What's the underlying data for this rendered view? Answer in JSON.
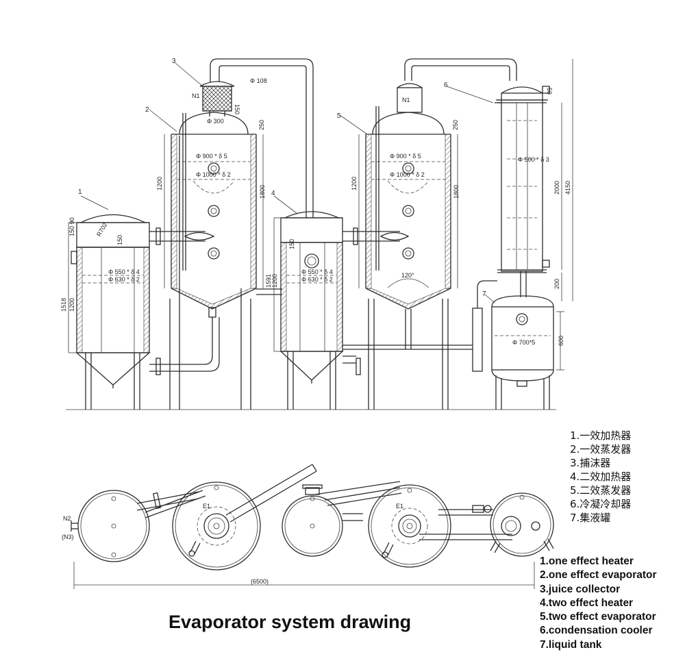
{
  "title": "Evaporator system drawing",
  "legend_cn": [
    "1.一效加热器",
    "2.一效蒸发器",
    "3.捕沫器",
    "4.二效加热器",
    "5.二效蒸发器",
    "6.冷凝冷却器",
    "7.集液罐"
  ],
  "legend_en": [
    "1.one effect heater",
    "2.one effect evaporator",
    "3.juice collector",
    "4.two effect heater",
    "5.two effect evaporator",
    "6.condensation cooler",
    "7.liquid tank"
  ],
  "callouts": {
    "n1": "1",
    "n2": "2",
    "n3": "3",
    "n4": "4",
    "n5": "5",
    "n6": "6",
    "n7": "7"
  },
  "nozzles": {
    "n1a": "N1",
    "n1b": "N1",
    "n2": "N2",
    "n3": "(N3)",
    "e1a": "E1",
    "e1b": "E1"
  },
  "dimensions": {
    "d108": "Φ 108",
    "d150top": "150",
    "d300": "Φ 300",
    "d250a": "250",
    "d900a": "Φ 900 * δ 5",
    "d1000a": "Φ 1000 * δ 2",
    "d1200a": "1200",
    "d1800a": "1800",
    "d250b": "250",
    "d900b": "Φ 900 * δ 5",
    "d1000b": "Φ 1000 * δ 2",
    "d1200b": "1200",
    "d1800b": "1800",
    "d120": "120°",
    "d150_90": "150 90",
    "dR702": "R702",
    "d150a": "150",
    "d550a": "Φ 550 * δ 4",
    "d630a": "Φ 630 * δ 2",
    "d1200c": "1200",
    "d1518": "1518",
    "d150b": "150",
    "d550b": "Φ 550 * δ 4",
    "d630b": "Φ 630 * δ 2",
    "d1591": "1591",
    "d1200d": "1200",
    "d50": "50",
    "d500": "Φ 500 * δ 3",
    "d2000": "2000",
    "d4150": "4150",
    "d200": "200",
    "d700": "Φ 700*5",
    "d600": "600",
    "d6500": "(6500)"
  }
}
